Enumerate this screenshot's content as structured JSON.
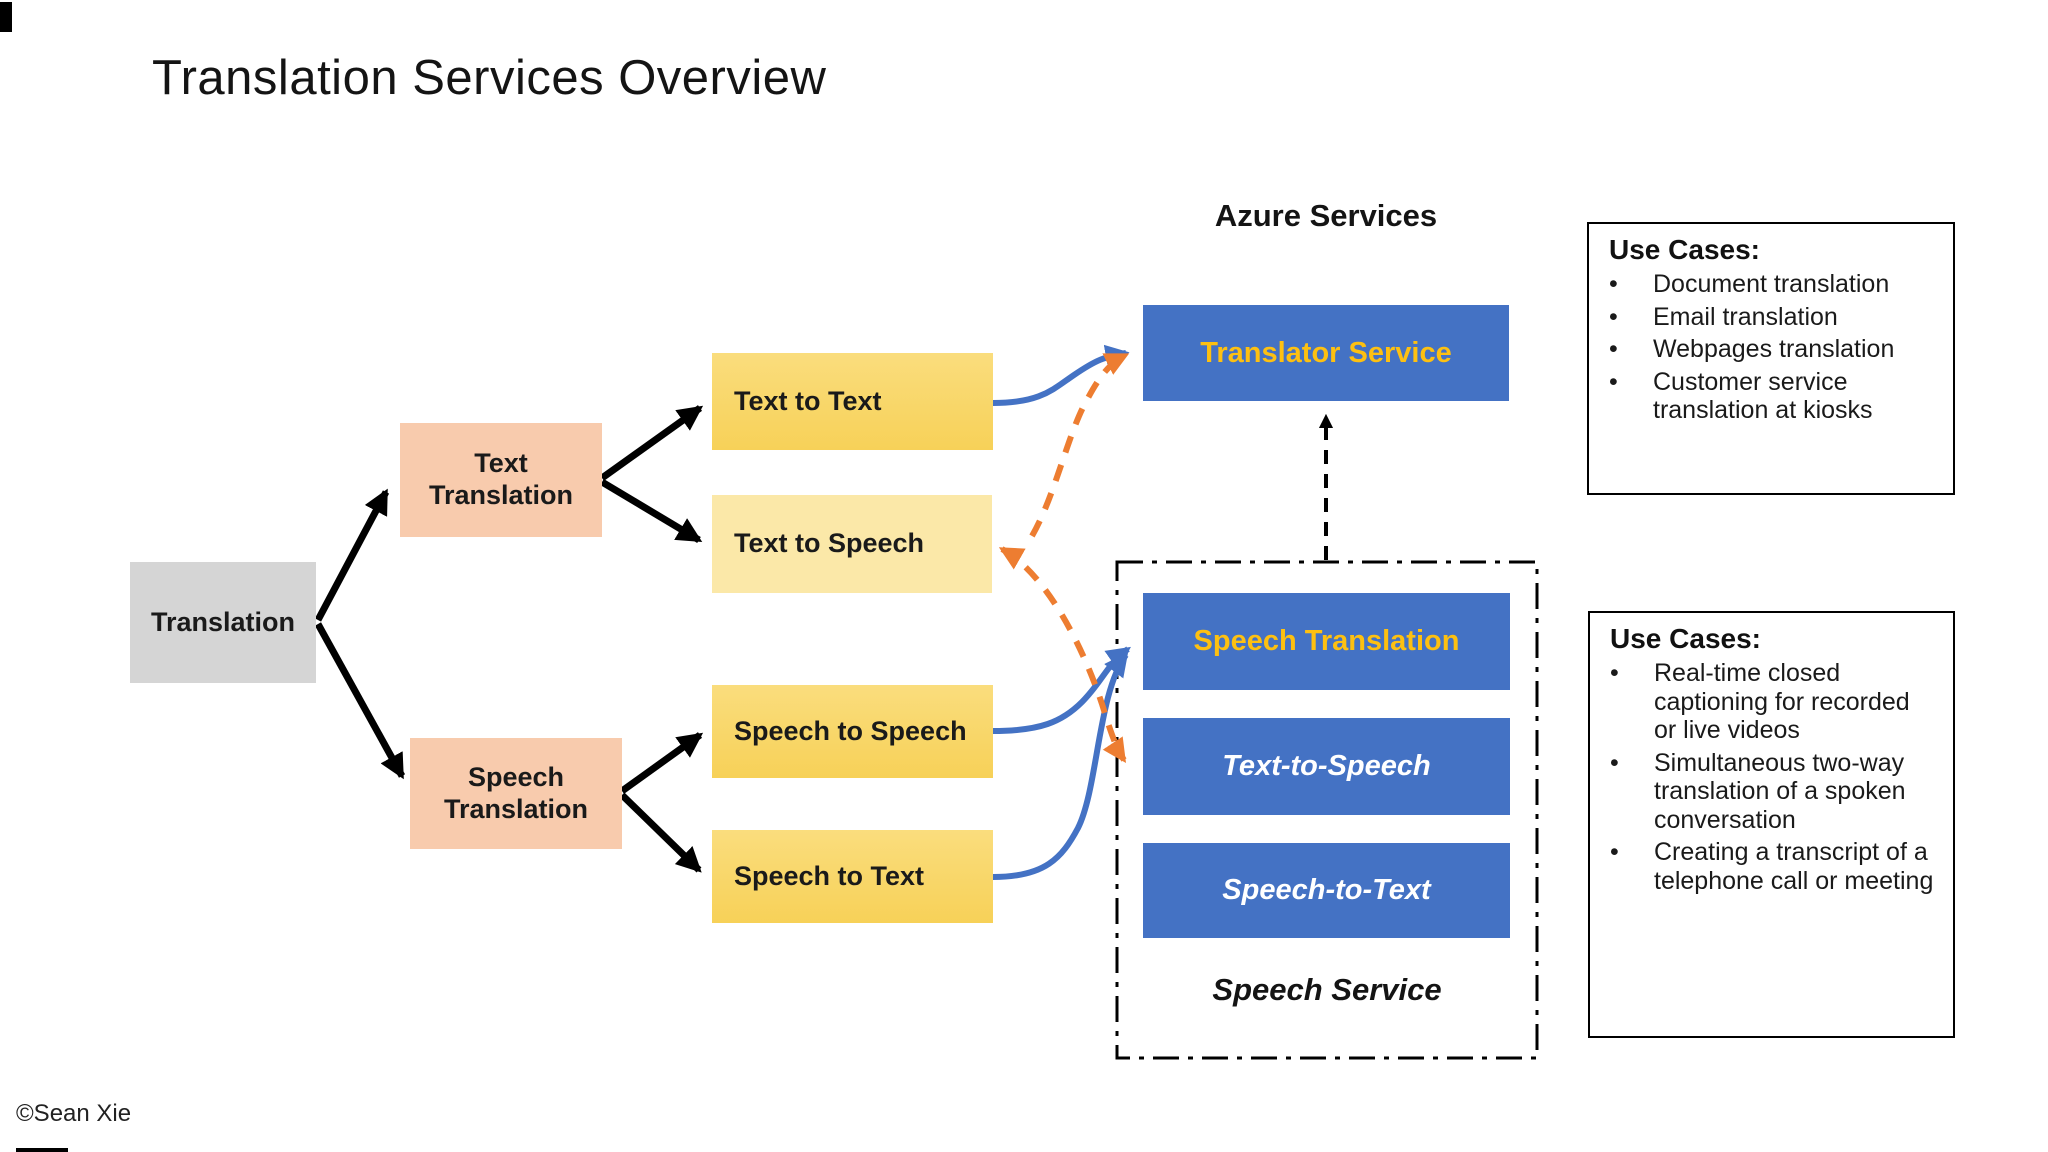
{
  "title": "Translation Services Overview",
  "copyright": "©Sean Xie",
  "colors": {
    "azure_blue": "#4472C4",
    "gold_text": "#FFC000",
    "yellow": "#F7D158",
    "light_yellow": "#FBE8A8",
    "peach": "#F8CBAD",
    "gray": "#D5D5D5",
    "orange_arrow": "#ED7D31",
    "blue_arrow": "#4472C4",
    "black": "#000000"
  },
  "tree": {
    "root": {
      "label": "Translation"
    },
    "branches": [
      {
        "label": "Text Translation"
      },
      {
        "label": "Speech Translation"
      }
    ],
    "leaves": [
      {
        "label": "Text to Text"
      },
      {
        "label": "Text to Speech"
      },
      {
        "label": "Speech to Speech"
      },
      {
        "label": "Speech to Text"
      }
    ]
  },
  "azure": {
    "heading": "Azure Services",
    "translator_service": "Translator Service",
    "speech_service": {
      "label": "Speech Service",
      "items": [
        "Speech Translation",
        "Text-to-Speech",
        "Speech-to-Text"
      ]
    }
  },
  "use_cases_translator": {
    "title": "Use Cases:",
    "items": [
      "Document translation",
      "Email translation",
      "Webpages translation",
      "Customer service translation at kiosks"
    ]
  },
  "use_cases_speech": {
    "title": "Use Cases:",
    "items": [
      "Real-time closed captioning for recorded or live videos",
      "Simultaneous two-way translation of a spoken conversation",
      "Creating a transcript of a telephone call or meeting"
    ]
  }
}
